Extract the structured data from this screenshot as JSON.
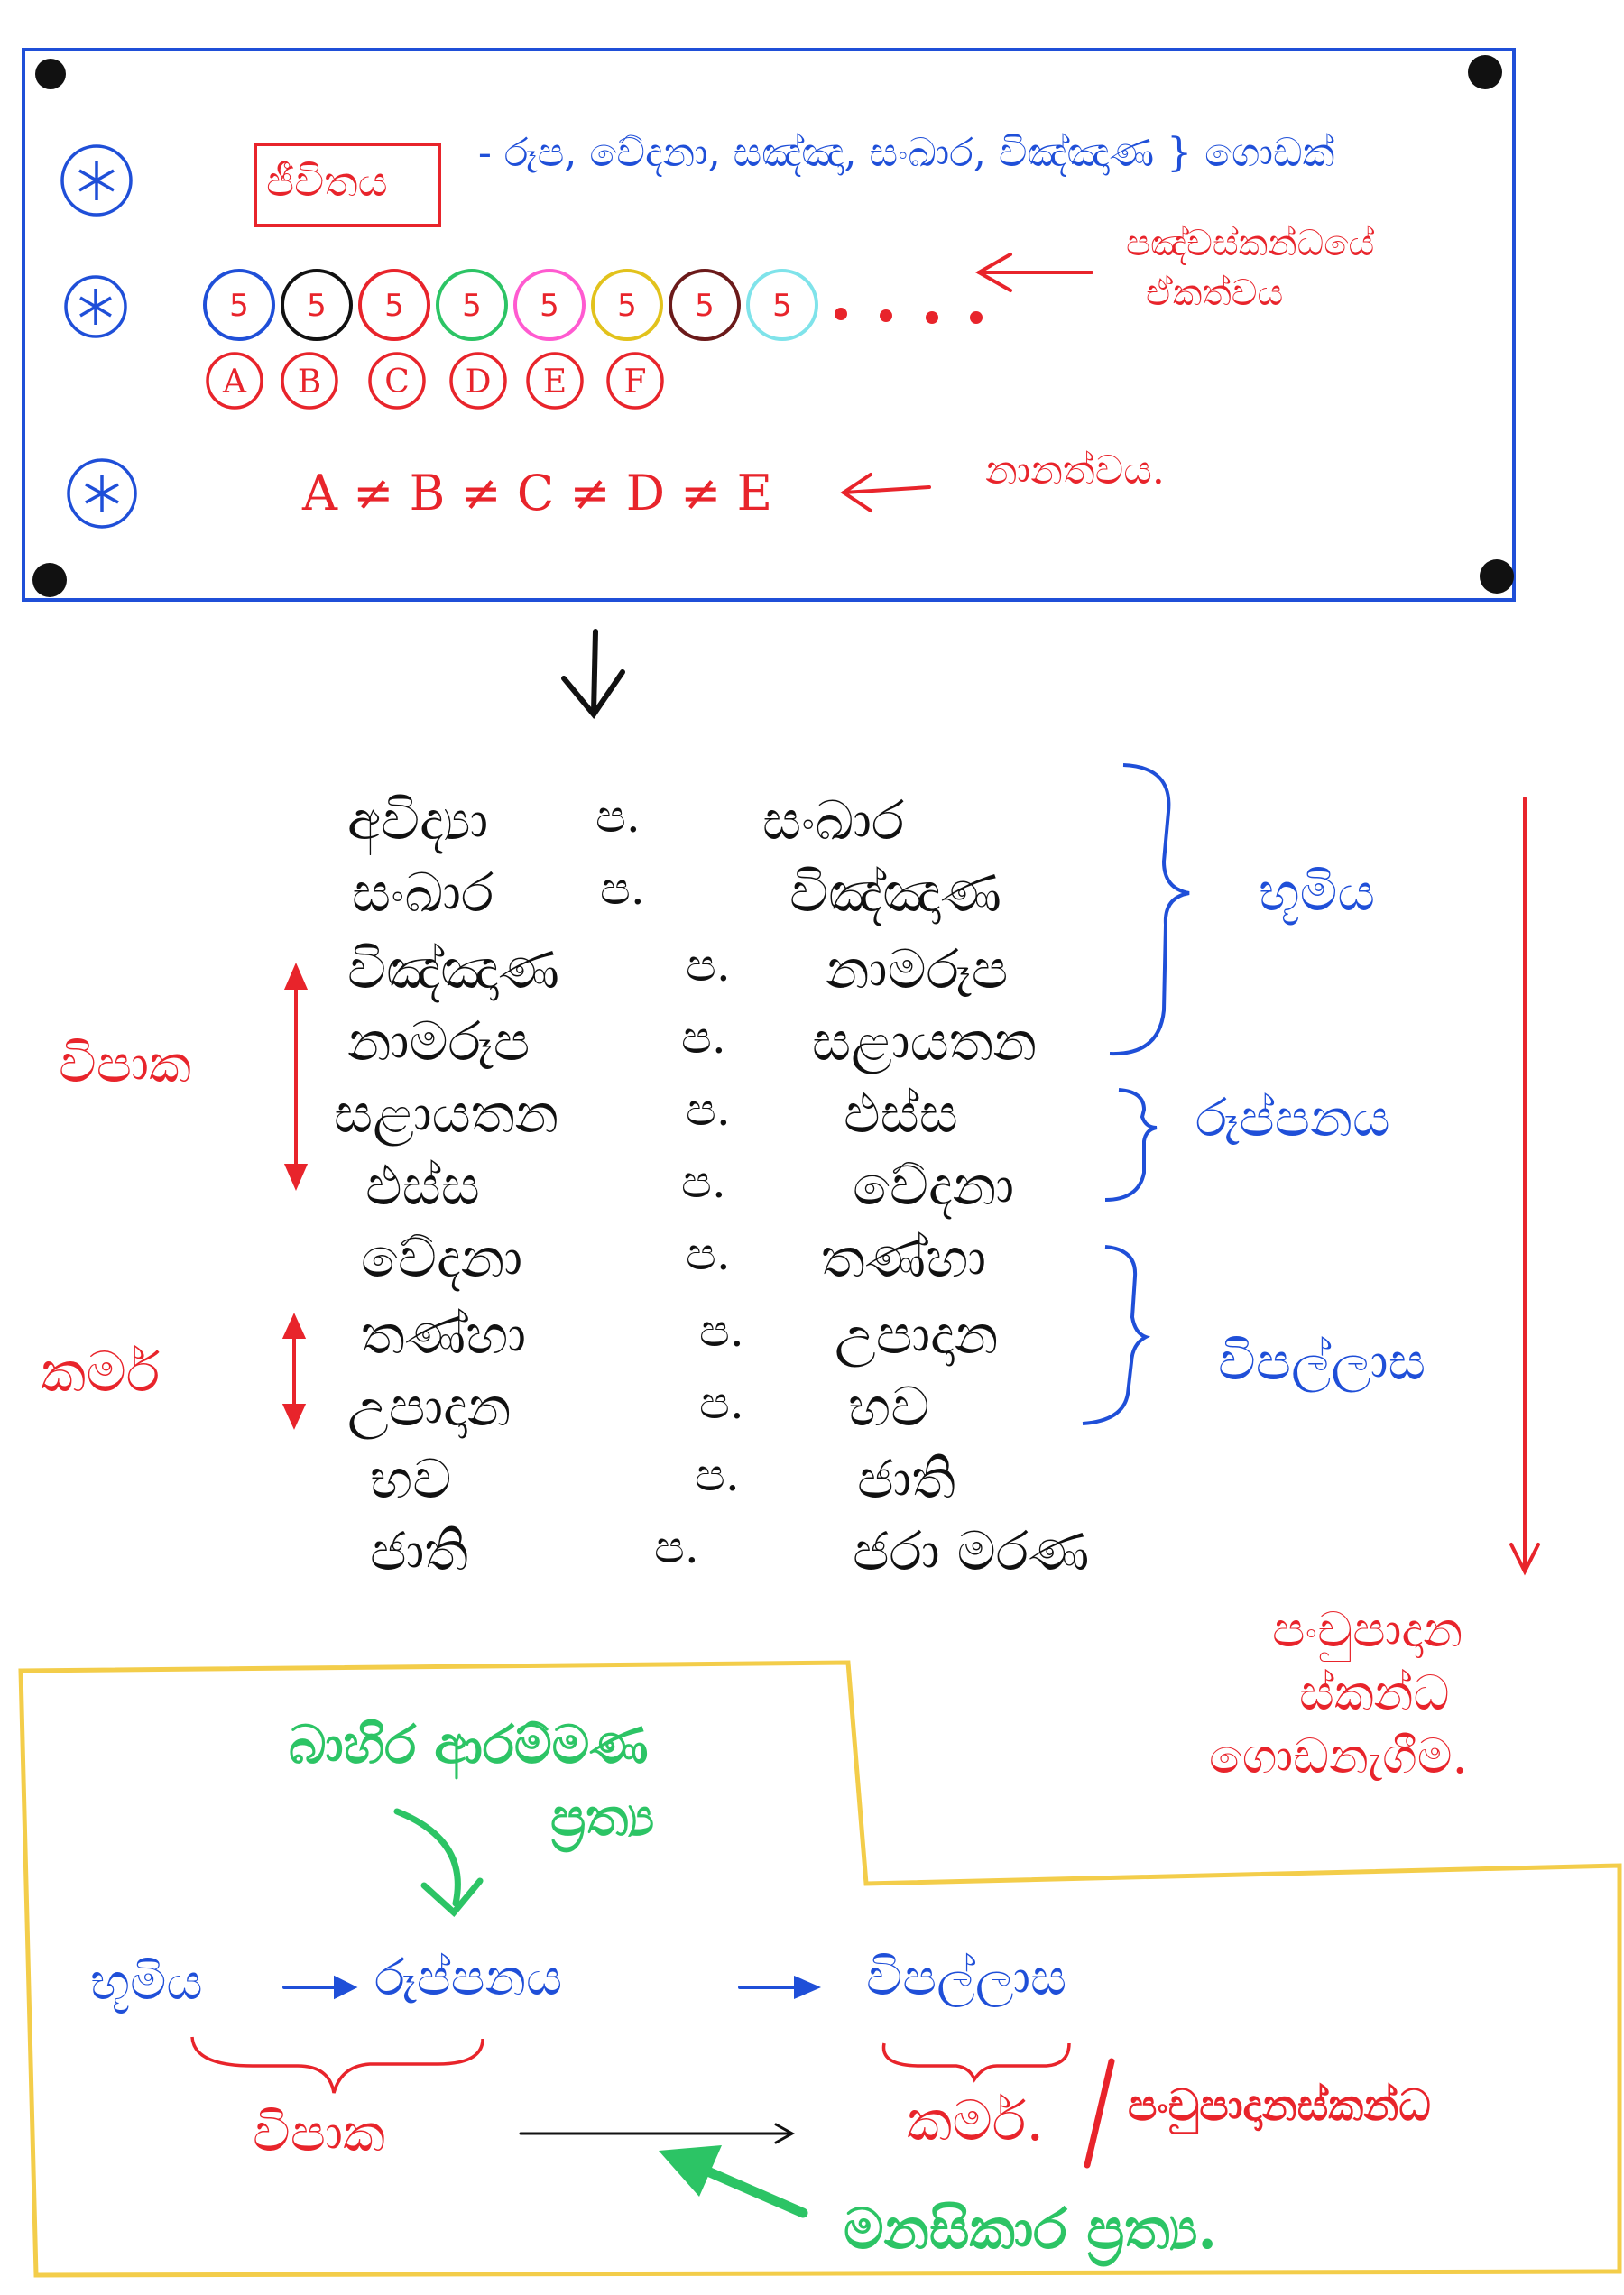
{
  "colors": {
    "blue": "#1f4fd8",
    "red": "#e8242b",
    "green": "#2cc465",
    "yellow": "#f3cd4a",
    "black": "#111111"
  },
  "top_box": {
    "row1": {
      "title": "ජීවිතය",
      "definition": "- රූප, වේදනා, සඤ්ඤා, සංඛාර, විඤ්ඤාණ } ගොඩක්"
    },
    "row2": {
      "circle_number": "5",
      "circle_colors": [
        "#1f4fd8",
        "#111111",
        "#e8242b",
        "#2cc465",
        "#ff5ad0",
        "#e2c21c",
        "#6b1a1a",
        "#7fe3ea"
      ],
      "ellipsis": ". . . . -",
      "letters": [
        "A",
        "B",
        "C",
        "D",
        "E",
        "F"
      ],
      "label_line1": "පඤ්චස්කන්ධයේ",
      "label_line2": "ඒකත්වය"
    },
    "row3": {
      "inequality": "A ≠ B ≠ C ≠ D ≠ E",
      "label": "නානත්වය."
    }
  },
  "chain": {
    "connector": "ප.",
    "rows": [
      {
        "left": "අවිද්‍යා",
        "right": "සංඛාර"
      },
      {
        "left": "සංඛාර",
        "right": "විඤ්ඤාණ"
      },
      {
        "left": "විඤ්ඤාණ",
        "right": "නාමරූප"
      },
      {
        "left": "නාමරූප",
        "right": "සළායතන"
      },
      {
        "left": "සළායතන",
        "right": "ඵස්ස"
      },
      {
        "left": "ඵස්ස",
        "right": "වේදනා"
      },
      {
        "left": "වේදනා",
        "right": "තණ්හා"
      },
      {
        "left": "තණ්හා",
        "right": "උපාදාන"
      },
      {
        "left": "උපාදාන",
        "right": "භව"
      },
      {
        "left": "භව",
        "right": "ජාති"
      },
      {
        "left": "ජාති",
        "right": "ජරා මරණ"
      }
    ],
    "brace_labels": [
      "භූමිය",
      "රූප්පනය",
      "විපල්ලාස"
    ],
    "side_labels": [
      "විපාක",
      "කර්ම"
    ],
    "result": [
      "පංචුපාදාන",
      "ස්කන්ධ",
      "ගොඩනැගීම."
    ]
  },
  "bottom": {
    "external": [
      "බාහිර ආරම්මණ",
      "ප්‍රත්‍ය"
    ],
    "flow": [
      "භූමිය",
      "රූප්පනය",
      "විපල්ලාස"
    ],
    "vipaka": "විපාක",
    "karma": "කර්ම.",
    "slash": "/",
    "aggregates": "පංචුපාදානස්කන්ධ",
    "manasikara": "මනසිකාර ප්‍රත්‍ය."
  }
}
